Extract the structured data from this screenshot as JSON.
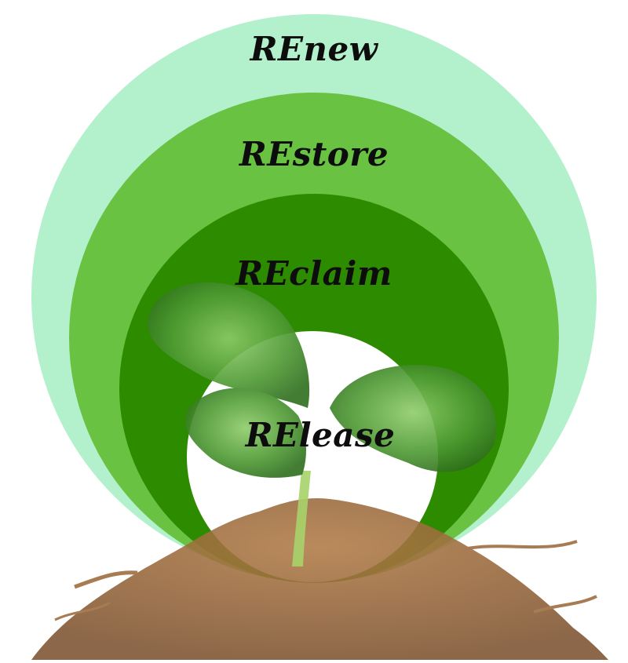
{
  "diagram": {
    "type": "nested-circles",
    "labels": {
      "outer": "REnew",
      "second": "REstore",
      "third": "REclaim",
      "inner": "RElease"
    },
    "colors": {
      "outer": "#b3f1cc",
      "second": "#69c242",
      "third": "#2d8b00",
      "inner": "#ffffff",
      "soil": "#9b6a3c",
      "leaf": "#5aa13a",
      "stem": "#a7d36a"
    },
    "illustration": "seedling-in-soil"
  }
}
